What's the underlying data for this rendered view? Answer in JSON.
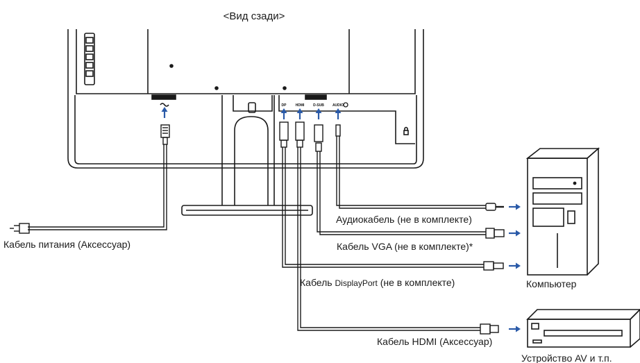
{
  "title": "<Вид сзади>",
  "labels": {
    "power": "Кабель питания (Аксессуар)",
    "audio": "Аудиокабель (не в комплекте)",
    "vga": "Кабель VGA (не в комплекте)*",
    "dp_prefix": "Кабель ",
    "dp_name": "DisplayPort",
    "dp_suffix": " (не в комплекте)",
    "hdmi": "Кабель HDMI (Аксессуар)",
    "computer": "Компьютер",
    "av": "Устройство AV и т.п."
  },
  "ports": [
    "DP",
    "HDMI",
    "D-SUB",
    "AUDIO"
  ],
  "colors": {
    "line": "#1a1a1a",
    "arrow": "#2a5aa8"
  }
}
